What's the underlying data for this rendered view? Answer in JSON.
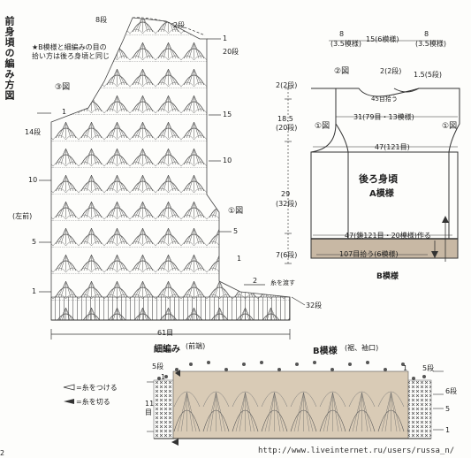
{
  "title": "前身頃の編み方図",
  "note": [
    "★B模様と細編みの目の",
    "拾い方は後ろ身頃と同じ"
  ],
  "front": {
    "side_label": "(左前)",
    "circle3": "③図",
    "circle1": "①図",
    "top_rows": "2段",
    "top_rows_left": "8段",
    "bottom_stitches": "61目",
    "bottom_rows": "32段",
    "yarn_join": "糸を渡す",
    "row_marks_left": [
      "14段",
      "10",
      "5",
      "1"
    ],
    "row_marks_right": [
      "1",
      "20段",
      "15",
      "10",
      "5",
      "1",
      "2"
    ],
    "arrow_top": "1"
  },
  "measure": {
    "top": "2(2段)",
    "m185": "18.5",
    "m185b": "(20段)",
    "m29": "29",
    "m29b": "(32段)",
    "m7": "7(6段)"
  },
  "back": {
    "top_left_w": "8",
    "top_left_b": "(3.5模様)",
    "top_center": "15(6模様)",
    "top_right_w": "8",
    "top_right_b": "(3.5模様)",
    "circle2": "②図",
    "neck1": "2(2段)",
    "neck2": "1.5(5段)",
    "pick45": "45目拾う",
    "width31": "31(79目・13模様)",
    "width47": "47(121目)",
    "circle1a": "①図",
    "circle1b": "①図",
    "title": "後ろ身頃",
    "pattern": "A模様",
    "row47": "47(鎖121目・20模様)作る",
    "pick107": "107目拾う(6模様)",
    "bpattern": "B模様"
  },
  "edging": {
    "title": "細編み",
    "title_sub": "(前端)",
    "b_title": "B模様",
    "b_sub": "(裾、袖口)",
    "left_rows": "5段",
    "left_rows2": "1",
    "right_rows1": "1",
    "right_rows2": "5段",
    "r6": "6段",
    "r5": "5",
    "r1": "1",
    "l11": "11",
    "l11b": "目"
  },
  "legend": {
    "join": "=糸をつける",
    "cut": "=糸を切る"
  },
  "page_number": "2",
  "watermark": "http://www.liveinternet.ru/users/russa_n/"
}
